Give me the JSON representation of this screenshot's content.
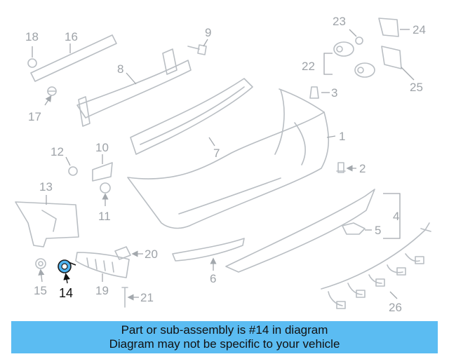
{
  "diagram": {
    "callouts": [
      "1",
      "2",
      "3",
      "4",
      "5",
      "6",
      "7",
      "8",
      "9",
      "10",
      "11",
      "12",
      "13",
      "14",
      "15",
      "16",
      "17",
      "18",
      "19",
      "20",
      "21",
      "22",
      "23",
      "24",
      "25",
      "26"
    ],
    "highlighted": "14",
    "highlight_color": "#111111",
    "part_color": "#b9bec3",
    "highlight_part_color": "#4fb3ef"
  },
  "banner": {
    "line1": "Part or sub-assembly is #14 in diagram",
    "line2": "Diagram may not be specific to your vehicle",
    "background": "#5bbcf2"
  }
}
